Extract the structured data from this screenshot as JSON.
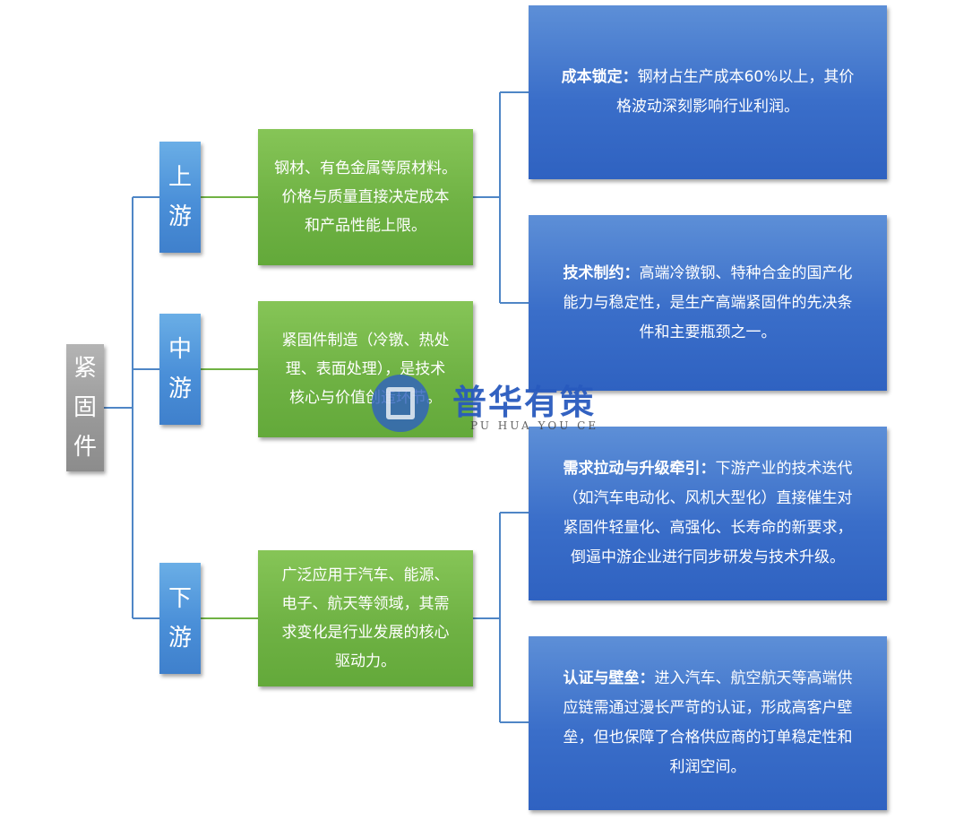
{
  "root": {
    "chars": [
      "紧",
      "固",
      "件"
    ]
  },
  "stages": [
    {
      "chars": [
        "上",
        "游"
      ]
    },
    {
      "chars": [
        "中",
        "游"
      ]
    },
    {
      "chars": [
        "下",
        "游"
      ]
    }
  ],
  "green": [
    {
      "lines": [
        "钢材、有色金属等原材料。",
        "价格与质量直接决定成本",
        "和产品性能上限。"
      ]
    },
    {
      "lines": [
        "紧固件制造（冷镦、热处",
        "理、表面处理），是技术",
        "核心与价值创造环节。"
      ]
    },
    {
      "lines": [
        "广泛应用于汽车、能源、",
        "电子、航天等领域，其需",
        "求变化是行业发展的核心",
        "驱动力。"
      ]
    }
  ],
  "blue": [
    {
      "title": "成本锁定",
      "sep": "：",
      "lines": [
        "钢材占生产成本60%以上，其价",
        "格波动深刻影响行业利润。"
      ]
    },
    {
      "title": "技术制约",
      "sep": "：",
      "lines": [
        "高端冷镦钢、特种合金的国产化",
        "能力与稳定性，是生产高端紧固件的先决条",
        "件和主要瓶颈之一。"
      ]
    },
    {
      "title": "需求拉动与升级牵引",
      "sep": "：",
      "lines": [
        "下游产业的技术迭代",
        "（如汽车电动化、风机大型化）直接催生对",
        "紧固件轻量化、高强化、长寿命的新要求，",
        "倒逼中游企业进行同步研发与技术升级。"
      ]
    },
    {
      "title": "认证与壁垒",
      "sep": "：",
      "lines": [
        "进入汽车、航空航天等高端供",
        "应链需通过漫长严苛的认证，形成高客户壁",
        "垒，但也保障了合格供应商的订单稳定性和",
        "利润空间。"
      ]
    }
  ],
  "watermark": {
    "cn": "普华有策",
    "en": "PU HUA YOU CE"
  },
  "colors": {
    "root": "#999999",
    "stage": "#4a8fd8",
    "green": "#70b244",
    "blue": "#3a6ec9",
    "connector_blue": "#4f86c6",
    "connector_green": "#70b244"
  }
}
